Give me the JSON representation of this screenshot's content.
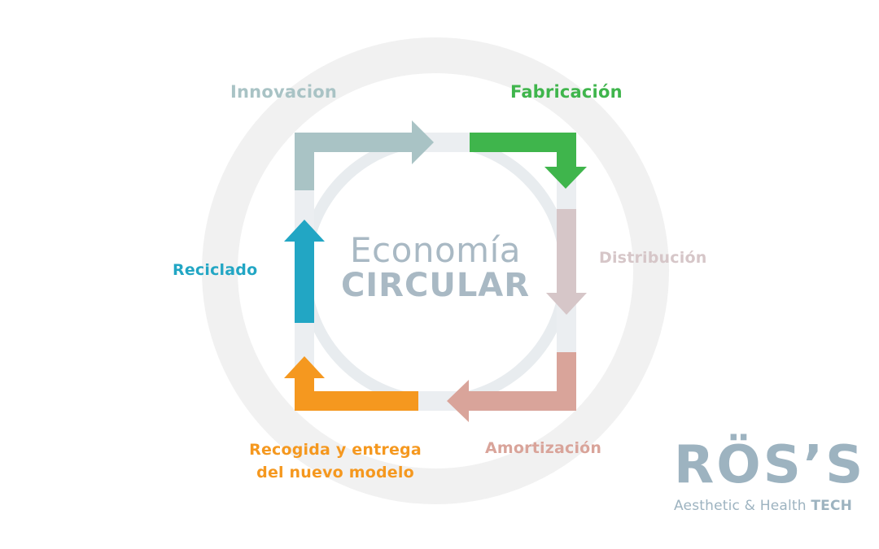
{
  "colors": {
    "ring": "#f1f1f1",
    "inner_ring": "#e8ecef",
    "track": "#ebeef1",
    "innovacion": "#a9c3c5",
    "fabricacion": "#3fb54c",
    "distribucion": "#d6c6c8",
    "amortizacion": "#d9a49a",
    "recogida": "#f5981f",
    "reciclado": "#22a6c4",
    "center_text": "#a9b9c4",
    "logo": "#9db3c0"
  },
  "labels": {
    "innovacion": "Innovacion",
    "fabricacion": "Fabricación",
    "distribucion": "Distribución",
    "amortizacion": "Amortización",
    "recogida_line1": "Recogida y entrega",
    "recogida_line2": "del nuevo modelo",
    "reciclado": "Reciclado"
  },
  "center": {
    "line1": "Economía",
    "line2": "CIRCULAR"
  },
  "logo": {
    "wordmark": "RÖS’S",
    "tagline": "Aesthetic & Health",
    "tagline_strong": "TECH"
  }
}
